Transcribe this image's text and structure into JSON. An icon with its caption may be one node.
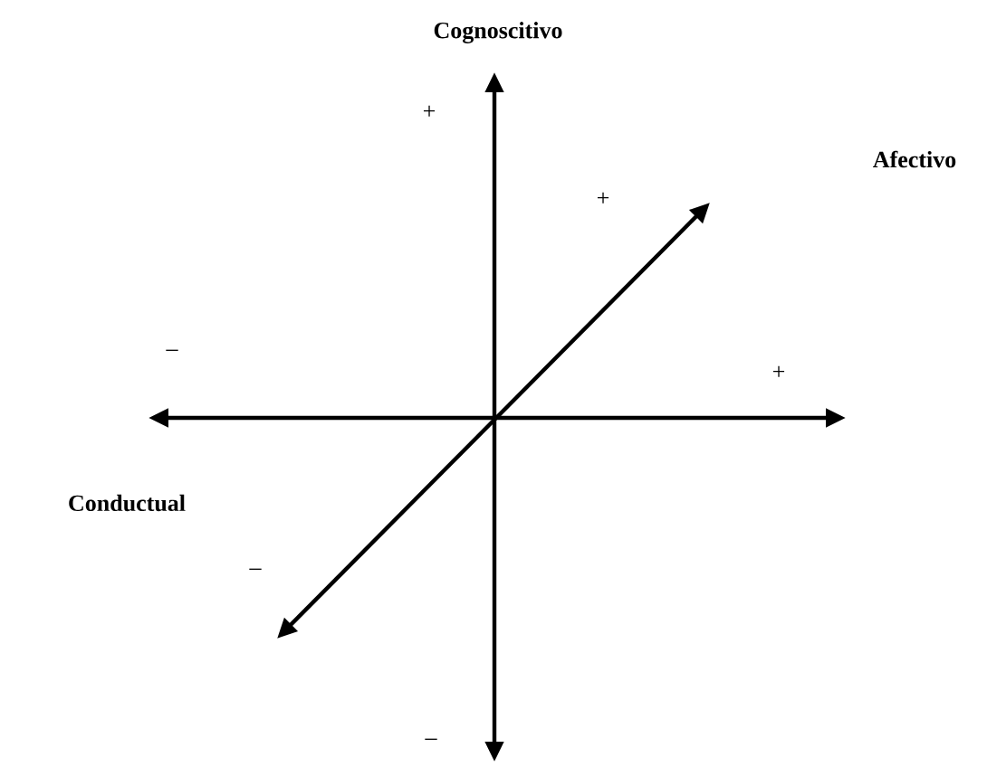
{
  "diagram": {
    "labels": [
      "Cognoscitivo",
      "+",
      "Afectivo",
      "+",
      "–",
      "+",
      "Conductual",
      "–",
      "–"
    ]
  }
}
